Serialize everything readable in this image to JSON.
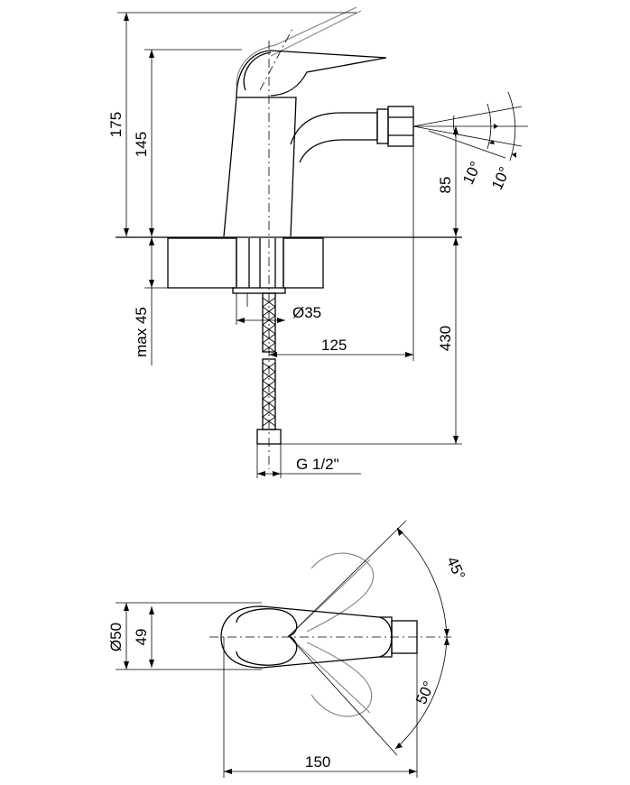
{
  "side_view": {
    "height_total": "175",
    "height_body": "145",
    "spout_height": "85",
    "angle_up": "10°",
    "angle_down": "10°",
    "max_thickness": "max 45",
    "hole_diameter": "Ø35",
    "reach": "125",
    "hose_length": "430",
    "thread": "G 1/2\""
  },
  "top_view": {
    "outer_diameter": "Ø50",
    "inner_diameter": "49",
    "angle_left": "45°",
    "angle_right": "50°",
    "length": "150"
  }
}
